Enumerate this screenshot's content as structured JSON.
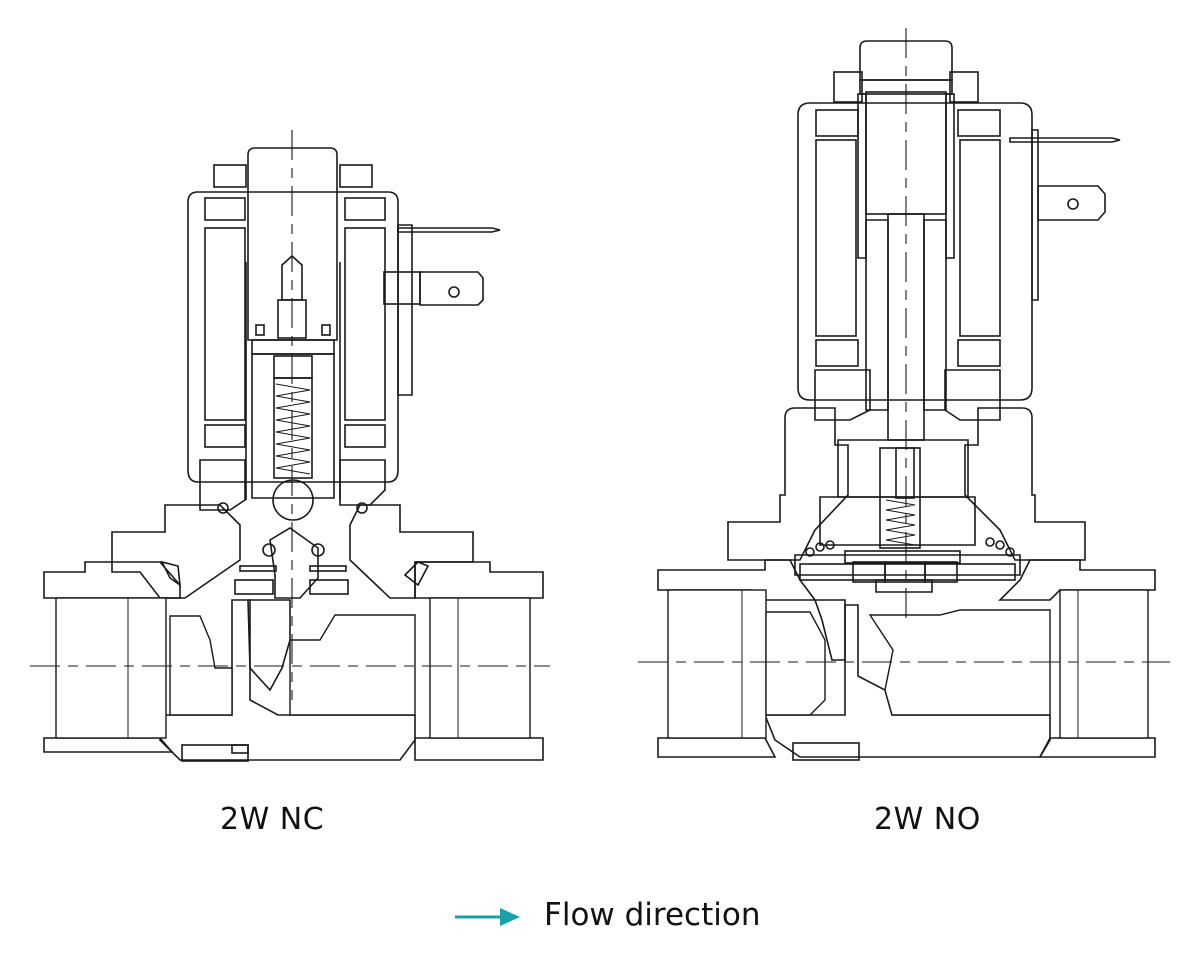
{
  "diagram": {
    "title": "Solenoid valve cross-sections",
    "figures": [
      {
        "id": "nc",
        "label": "2W NC",
        "description": "2-way normally closed solenoid valve, sectional view"
      },
      {
        "id": "no",
        "label": "2W NO",
        "description": "2-way normally open solenoid valve, sectional view"
      }
    ],
    "legend": {
      "icon": "arrow-right-icon",
      "text": "Flow direction",
      "color": "#1aa0aa"
    },
    "colors": {
      "line": "#1a1a1a",
      "background": "#ffffff",
      "accent": "#1aa0aa"
    }
  }
}
